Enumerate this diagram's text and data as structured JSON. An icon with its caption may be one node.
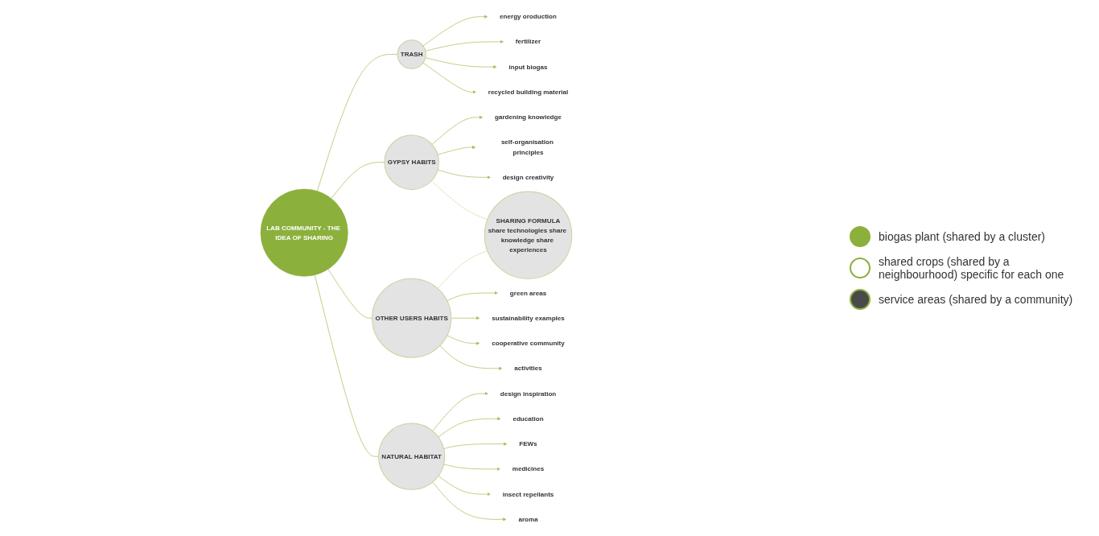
{
  "diagram": {
    "nodes": [
      {
        "text": [
          "LAB COMMUNITY - THE IDEA OF SHARING"
        ]
      },
      {
        "text": [
          "TRASH"
        ]
      },
      {
        "text": [
          "energy oroduction"
        ]
      },
      {
        "text": [
          "fertilizer"
        ]
      },
      {
        "text": [
          "input biogas"
        ]
      },
      {
        "text": [
          "recycled building material"
        ]
      },
      {
        "text": [
          "GYPSY HABITS"
        ]
      },
      {
        "text": [
          "gardening knowledge"
        ]
      },
      {
        "text": [
          "self-organisation principles"
        ]
      },
      {
        "text": [
          "design creativity"
        ]
      },
      {
        "text": [
          "OTHER USERS HABITS"
        ]
      },
      {
        "text": [
          "green areas"
        ]
      },
      {
        "text": [
          "sustainability examples"
        ]
      },
      {
        "text": [
          "cooperative community"
        ]
      },
      {
        "text": [
          "activities"
        ]
      },
      {
        "text": [
          "NATURAL HABITAT"
        ]
      },
      {
        "text": [
          "design inspiration"
        ]
      },
      {
        "text": [
          "education"
        ]
      },
      {
        "text": [
          "FEWs"
        ]
      },
      {
        "text": [
          "medicines"
        ]
      },
      {
        "text": [
          "insect repellants"
        ]
      },
      {
        "text": [
          "aroma"
        ]
      },
      {
        "text": [
          "SHARING FORMULA",
          "share technologies share knowledge share experiences"
        ]
      }
    ],
    "edges": [
      {
        "from": 0,
        "to": 1,
        "arrow": "none"
      },
      {
        "from": 1,
        "to": 2,
        "arrow": "to"
      },
      {
        "from": 1,
        "to": 3,
        "arrow": "to"
      },
      {
        "from": 1,
        "to": 4,
        "arrow": "to"
      },
      {
        "from": 1,
        "to": 5,
        "arrow": "to"
      },
      {
        "from": 0,
        "to": 6,
        "arrow": "none"
      },
      {
        "from": 6,
        "to": 7,
        "arrow": "to"
      },
      {
        "from": 6,
        "to": 8,
        "arrow": "to"
      },
      {
        "from": 6,
        "to": 9,
        "arrow": "to"
      },
      {
        "from": 0,
        "to": 10,
        "arrow": "none"
      },
      {
        "from": 10,
        "to": 11,
        "arrow": "to"
      },
      {
        "from": 10,
        "to": 12,
        "arrow": "to"
      },
      {
        "from": 10,
        "to": 13,
        "arrow": "to"
      },
      {
        "from": 10,
        "to": 14,
        "arrow": "to"
      },
      {
        "from": 0,
        "to": 15,
        "arrow": "none"
      },
      {
        "from": 15,
        "to": 16,
        "arrow": "to"
      },
      {
        "from": 15,
        "to": 17,
        "arrow": "to"
      },
      {
        "from": 15,
        "to": 18,
        "arrow": "to"
      },
      {
        "from": 15,
        "to": 19,
        "arrow": "to"
      },
      {
        "from": 15,
        "to": 20,
        "arrow": "to"
      },
      {
        "from": 15,
        "to": 21,
        "arrow": "to"
      },
      {
        "from": 6,
        "to": 22,
        "arrow": "none",
        "style": "dashed"
      },
      {
        "from": 10,
        "to": 22,
        "arrow": "none",
        "style": "dashed"
      }
    ],
    "legend": [
      {
        "text": "biogas plant (shared by a cluster)",
        "color": "#8cb03c"
      },
      {
        "text": "shared crops (shared by a neighbourhood) specific for each one",
        "color": "#ffffff"
      },
      {
        "text": "service areas (shared by a community)",
        "color": "#4a4a4a"
      }
    ]
  }
}
